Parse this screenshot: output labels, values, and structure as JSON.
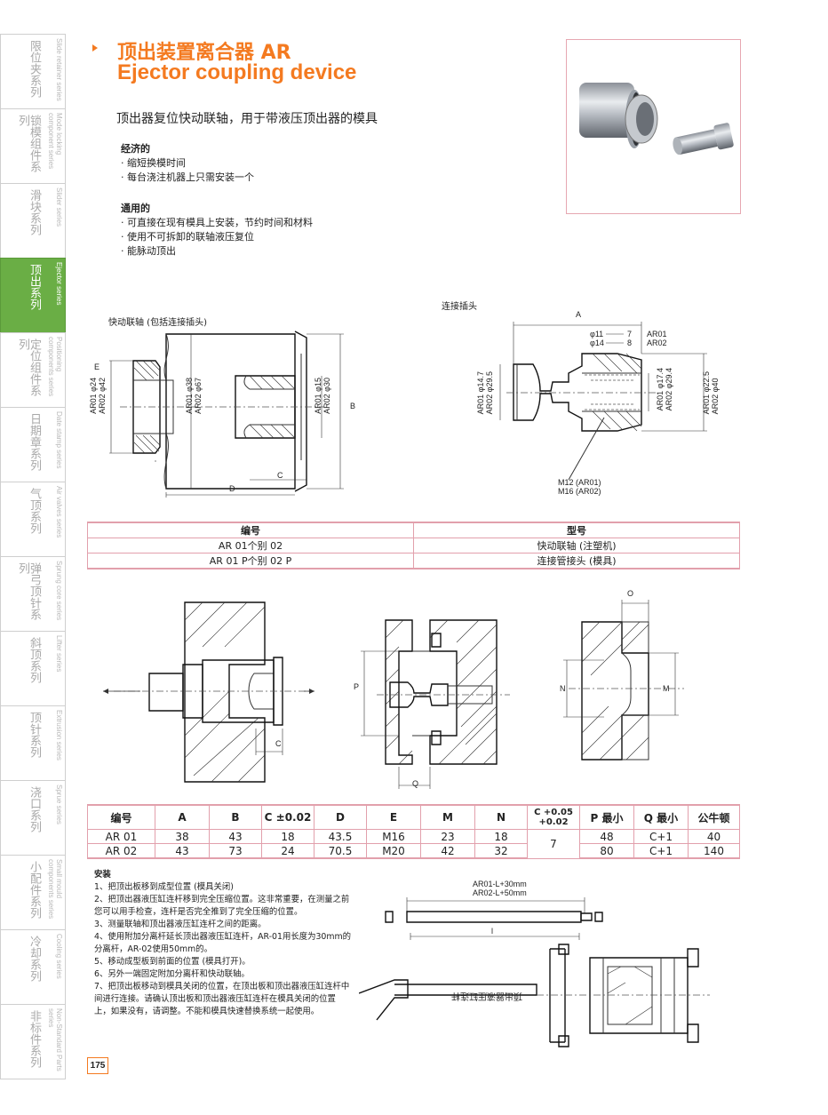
{
  "sidebar": {
    "items": [
      {
        "cn": "限位夹系列",
        "en": "Slide retainer series",
        "active": false
      },
      {
        "cn": "锁模组件系列",
        "en": "Mode locking component series",
        "active": false
      },
      {
        "cn": "滑块系列",
        "en": "Slider series",
        "active": false
      },
      {
        "cn": "顶出系列",
        "en": "Ejector series",
        "active": true
      },
      {
        "cn": "定位组件系列",
        "en": "Positioning components series",
        "active": false
      },
      {
        "cn": "日期章系列",
        "en": "Date stamp series",
        "active": false
      },
      {
        "cn": "气顶系列",
        "en": "Air valves series",
        "active": false
      },
      {
        "cn": "弹弓顶针系列",
        "en": "Sprung core series",
        "active": false
      },
      {
        "cn": "斜顶系列",
        "en": "Lifter series",
        "active": false
      },
      {
        "cn": "顶针系列",
        "en": "Extrusion series",
        "active": false
      },
      {
        "cn": "浇口系列",
        "en": "Sprue series",
        "active": false
      },
      {
        "cn": "小配件系列",
        "en": "Small mould components series",
        "active": false
      },
      {
        "cn": "冷却系列",
        "en": "Cooling series",
        "active": false
      },
      {
        "cn": "非标件系列",
        "en": "Non-Standard Parts series",
        "active": false
      }
    ]
  },
  "header": {
    "title_cn": "顶出装置离合器 AR",
    "title_en": "Ejector coupling device",
    "subtitle": "顶出器复位快动联轴，用于带液压顶出器的模具"
  },
  "features": {
    "group1_title": "经济的",
    "group1_items": [
      "缩短换模时间",
      "每台浇注机器上只需安装一个"
    ],
    "group2_title": "通用的",
    "group2_items": [
      "可直接在现有模具上安装，节约时间和材料",
      "使用不可拆卸的联轴液压复位",
      "能脉动顶出"
    ]
  },
  "drawing1": {
    "caption": "快动联轴 (包括连接插头)",
    "dims": {
      "left": "AR01 φ24\nAR02 φ42",
      "mid": "AR01 φ38\nAR02 φ67",
      "right": "AR01 φ15\nAR02 φ30",
      "B": "B",
      "C": "C",
      "D": "D",
      "E": "E"
    }
  },
  "drawing2": {
    "caption": "连接插头",
    "A": "A",
    "phi11": "φ11",
    "phi14": "φ14",
    "n7": "7",
    "n8": "8",
    "ar01": "AR01",
    "ar02": "AR02",
    "left": "AR01 φ14.7\nAR02 φ29.5",
    "mid": "AR01 φ17.4\nAR02 φ29.4",
    "right": "AR01 φ22.5\nAR02 φ40",
    "thread1": "M12 (AR01)",
    "thread2": "M16 (AR02)"
  },
  "table1": {
    "headers": [
      "编号",
      "型号"
    ],
    "rows": [
      [
        "AR 01个别 02",
        "快动联轴 (注塑机)"
      ],
      [
        "AR 01 P个别 02 P",
        "连接管接头 (模具)"
      ]
    ]
  },
  "diagrams": {
    "c": "C",
    "p": "P",
    "q": "Q",
    "o": "O",
    "n": "N",
    "m": "M"
  },
  "table2": {
    "headers": [
      "编号",
      "A",
      "B",
      "C ±0.02",
      "D",
      "E",
      "M",
      "N",
      "C +0.05 +0.02",
      "P 最小",
      "Q 最小",
      "公牛顿"
    ],
    "rows": [
      [
        "AR 01",
        "38",
        "43",
        "18",
        "43.5",
        "M16",
        "23",
        "18",
        "7",
        "48",
        "C+1",
        "40"
      ],
      [
        "AR 02",
        "43",
        "73",
        "24",
        "70.5",
        "M20",
        "42",
        "32",
        "",
        "80",
        "C+1",
        "140"
      ]
    ]
  },
  "install": {
    "title": "安装",
    "steps": [
      "1、把顶出板移到成型位置 (模具关闭)",
      "2、把顶出器液压缸连杆移到完全压缩位置。这非常重要，在测量之前您可以用手检查，连杆是否完全推到了完全压缩的位置。",
      "3、测量联轴和顶出器液压缸连杆之间的距离。",
      "4、使用附加分离杆延长顶出器液压缸连杆，AR-01用长度为30mm的分离杆，AR-02使用50mm的。",
      "5、移动成型板到前面的位置 (模具打开)。",
      "6、另外一端固定附加分离杆和快动联轴。",
      "7、把顶出板移动到模具关闭的位置，在顶出板和顶出器液压缸连杆中间进行连接。请确认顶出板和顶出器液压缸连杆在模具关闭的位置上，如果没有，请调整。不能和模具快速替换系统一起使用。"
    ]
  },
  "rod": {
    "line1": "AR01-L+30mm",
    "line2": "AR02-L+50mm",
    "l": "l",
    "cyl": "顶出器液压缸连杆"
  },
  "page_number": "175"
}
